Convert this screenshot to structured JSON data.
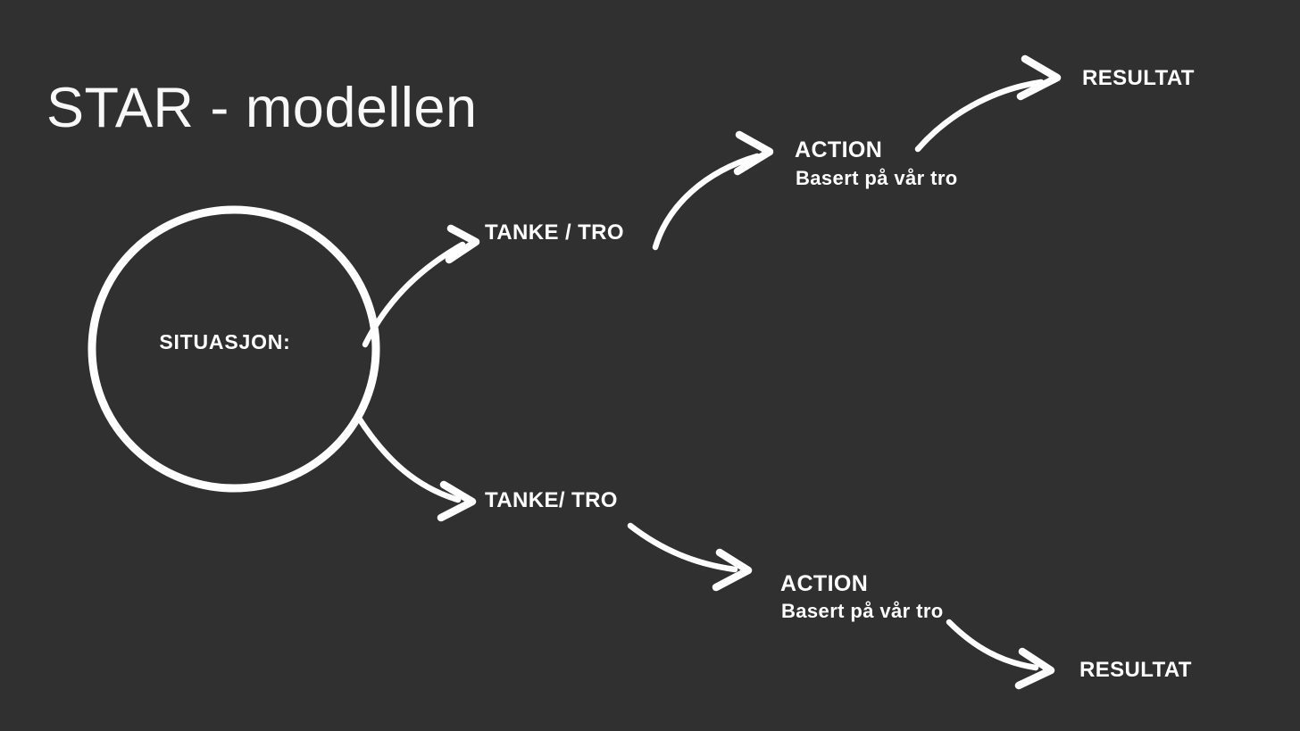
{
  "title": "STAR - modellen",
  "colors": {
    "background": "#303030",
    "foreground": "#ffffff"
  },
  "diagram": {
    "situation": {
      "label": "SITUASJON:"
    },
    "upper_branch": {
      "tanke_label": "TANKE / TRO",
      "action_label": "ACTION",
      "action_subtext": "Basert på vår tro",
      "resultat_label": "RESULTAT"
    },
    "lower_branch": {
      "tanke_label": "TANKE/ TRO",
      "action_label": "ACTION",
      "action_subtext": "Basert på vår tro",
      "resultat_label": "RESULTAT"
    }
  }
}
